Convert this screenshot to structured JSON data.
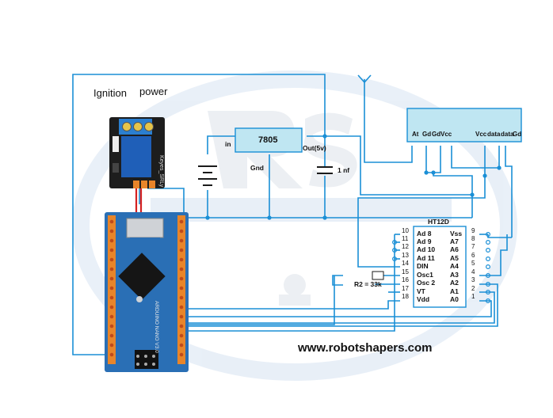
{
  "labels": {
    "ignition": "Ignition",
    "power": "power",
    "regulator_part": "7805",
    "regulator_in": "in",
    "regulator_gnd": "Gnd",
    "regulator_out": "Out(5v)",
    "capacitor": "1 nf",
    "resistor": "R2 = 33k",
    "website": "www.robotshapers.com",
    "relay_text": "Keyes_SRLy",
    "nano_text": "ARDUINO NANO V3.0"
  },
  "receiver_pins": [
    "At",
    "Gd",
    "Gd",
    "Vcc",
    "Vcc",
    "data",
    "data",
    "Gd"
  ],
  "ht12d": {
    "title": "HT12D",
    "left_nums": [
      "10",
      "11",
      "12",
      "13",
      "14",
      "15",
      "16",
      "17",
      "18"
    ],
    "left_names": [
      "Ad 8",
      "Ad 9",
      "Ad 10",
      "Ad 11",
      "DIN",
      "Osc1",
      "Osc 2",
      "VT",
      "Vdd"
    ],
    "right_names": [
      "Vss",
      "A7",
      "A6",
      "A5",
      "A4",
      "A3",
      "A2",
      "A1",
      "A0"
    ],
    "right_nums": [
      "9",
      "8",
      "7",
      "6",
      "5",
      "4",
      "3",
      "2",
      "1"
    ]
  },
  "colors": {
    "wire": "#1a8fd6",
    "red_wire": "#d42020",
    "board": "#2a6fb5",
    "pin_header": "#e8852a",
    "relay_body": "#1d1d1d",
    "relay_blue": "#1f5fb8",
    "receiver_fill": "#bfe6f2",
    "watermark": "#d7e3f2"
  }
}
